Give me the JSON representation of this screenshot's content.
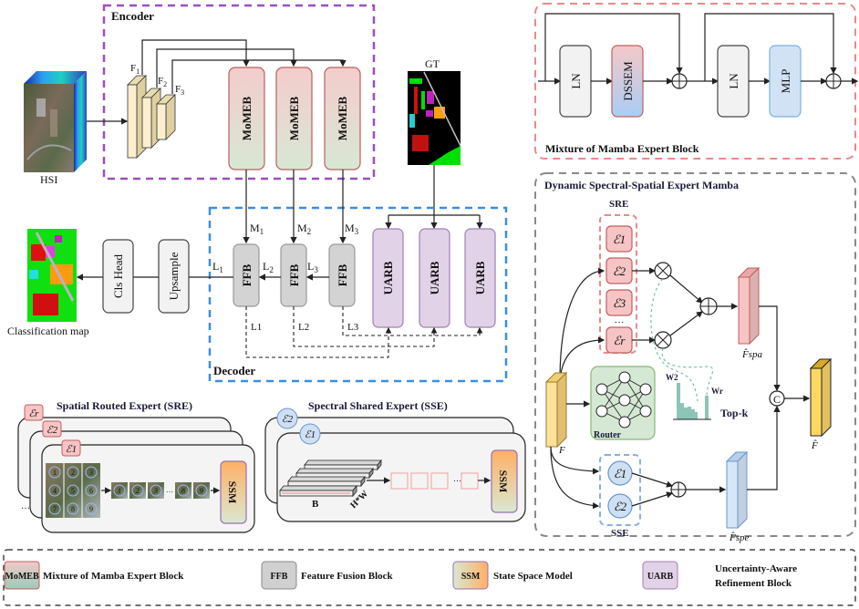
{
  "encoder": {
    "title": "Encoder",
    "input_label": "HSI",
    "feature_labels": [
      "F",
      "F",
      "F"
    ],
    "feature_subscripts": [
      "1",
      "2",
      "3"
    ],
    "blocks": [
      "MoMEB",
      "MoMEB",
      "MoMEB"
    ]
  },
  "gt": {
    "label": "GT"
  },
  "decoder": {
    "title": "Decoder",
    "ffb_blocks": [
      "FFB",
      "FFB",
      "FFB"
    ],
    "uarb_blocks": [
      "UARB",
      "UARB",
      "UARB"
    ],
    "m_labels": [
      "M",
      "M",
      "M"
    ],
    "m_subscripts": [
      "1",
      "2",
      "3"
    ],
    "l_labels": [
      "L",
      "L",
      "L"
    ],
    "l_subscripts": [
      "1",
      "2",
      "3"
    ],
    "loss_labels": [
      "L1",
      "L2",
      "L3"
    ],
    "upsample": "Upsample",
    "cls_head": "Cls Head",
    "output_label": "Classification map"
  },
  "momeb_detail": {
    "title": "Mixture of Mamba Expert Block",
    "blocks": [
      "LN",
      "DSSEM",
      "LN",
      "MLP"
    ]
  },
  "dssem": {
    "title": "Dynamic Spectral-Spatial Expert Mamba",
    "sre_label": "SRE",
    "sre_experts": [
      "ℰ1",
      "ℰ2",
      "ℰ3",
      "…",
      "ℰr"
    ],
    "sse_label": "SSE",
    "sse_experts": [
      "ℰ1",
      "ℰ2"
    ],
    "router_label": "Router",
    "weight_labels": [
      "W2",
      "Wr"
    ],
    "topk_label": "Top-k",
    "input_label": "F",
    "spa_label": "F̂spa",
    "spe_label": "F̂spe",
    "output_label": "F̂",
    "concat_symbol": "C"
  },
  "sre_panel": {
    "title": "Spatial Routed Expert (SRE)",
    "experts": [
      "ℰr",
      "ℰ2",
      "ℰ1"
    ],
    "patch_numbers": [
      "1",
      "2",
      "3",
      "4",
      "5",
      "6",
      "7",
      "8",
      "9"
    ],
    "seq_numbers": [
      "1",
      "2",
      "3",
      "8",
      "9"
    ],
    "ssm": "SSM"
  },
  "sse_panel": {
    "title": "Spectral Shared Expert (SSE)",
    "experts": [
      "ℰ2",
      "ℰ1"
    ],
    "band_label": "B",
    "hw_label": "H*W",
    "ssm": "SSM"
  },
  "legend": {
    "items": [
      {
        "key": "MoMEB",
        "desc": "Mixture of Mamba Expert Block"
      },
      {
        "key": "FFB",
        "desc": "Feature Fusion Block"
      },
      {
        "key": "SSM",
        "desc": "State Space Model"
      },
      {
        "key": "UARB",
        "desc": "Uncertainty-Aware",
        "desc2": "Refinement Block"
      }
    ]
  },
  "colors": {
    "encoder_border": "#9b4fc0",
    "decoder_border": "#3a8fe0",
    "momeb_border": "#e88a8a",
    "dssem_border": "#8a8a8a",
    "momeb_fill_top": "#f4cfcf",
    "momeb_fill_bottom": "#d6e8d4",
    "ffb_fill": "#d3d3d3",
    "uarb_fill": "#e1d2e7",
    "router_fill": "#d5e8d4",
    "sse_fill": "#cfe0f3",
    "sre_fill": "#f6c4c4",
    "ssm_top": "#ffb066",
    "ssm_bottom": "#d6e8d4",
    "topk": "#8cc4b8"
  }
}
